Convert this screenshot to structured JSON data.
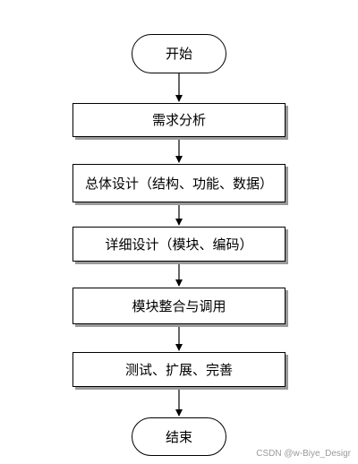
{
  "flowchart": {
    "start": "开始",
    "steps": [
      "需求分析",
      "总体设计（结构、功能、数据）",
      "详细设计（模块、编码）",
      "模块整合与调用",
      "测试、扩展、完善"
    ],
    "end": "结束"
  },
  "watermark": "CSDN @w-Biye_Desigr"
}
